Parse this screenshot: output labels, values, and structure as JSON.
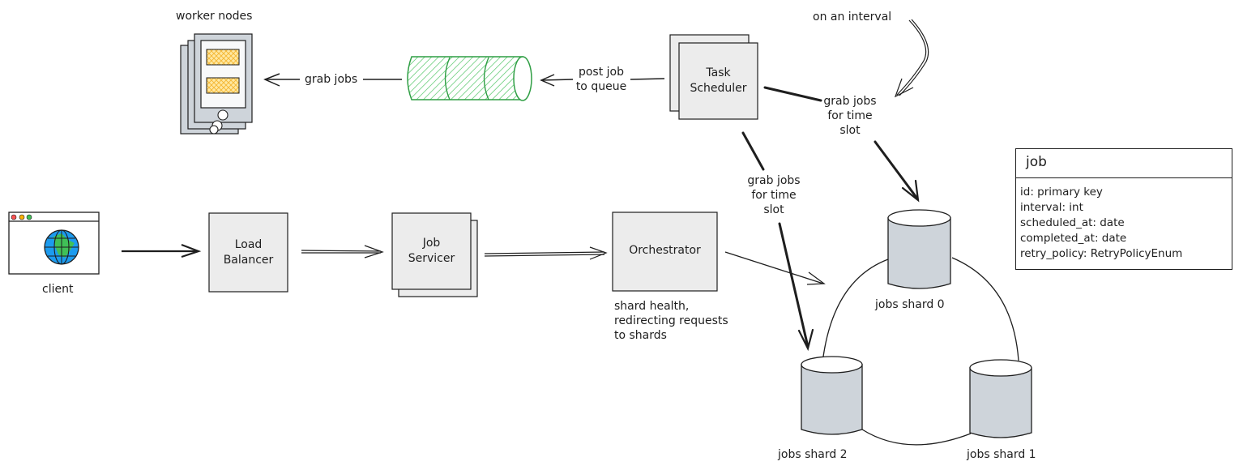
{
  "diagram": {
    "title_labels": {
      "worker_nodes": "worker nodes",
      "client": "client",
      "on_an_interval": "on an interval"
    },
    "nodes": {
      "load_balancer": "Load\nBalancer",
      "job_servicer": "Job\nServicer",
      "orchestrator": "Orchestrator",
      "task_scheduler": "Task\nScheduler"
    },
    "notes": {
      "orchestrator_note": [
        "shard health,",
        "redirecting requests",
        "to shards"
      ]
    },
    "edges": {
      "grab_jobs": "grab jobs",
      "post_job_to_queue": [
        "post job",
        "to queue"
      ],
      "grab_jobs_time_slot_right": [
        "grab jobs",
        "for time",
        "slot"
      ],
      "grab_jobs_time_slot_left": [
        "grab jobs",
        "for time",
        "slot"
      ]
    },
    "shards": [
      {
        "label": "jobs shard 0"
      },
      {
        "label": "jobs shard 1"
      },
      {
        "label": "jobs shard 2"
      }
    ],
    "table": {
      "name": "job",
      "fields": [
        "id: primary key",
        "interval: int",
        "scheduled_at: date",
        "completed_at: date",
        "retry_policy: RetryPolicyEnum"
      ]
    },
    "colors": {
      "stroke": "#1e1e1e",
      "box_fill": "#ececec",
      "cylinder_fill": "#ced4da",
      "queue_green": "#2f9e44",
      "worker_gray": "#ced4da",
      "worker_highlight": "#ffc034",
      "globe_blue": "#1c9bef",
      "globe_green": "#40c057"
    }
  }
}
